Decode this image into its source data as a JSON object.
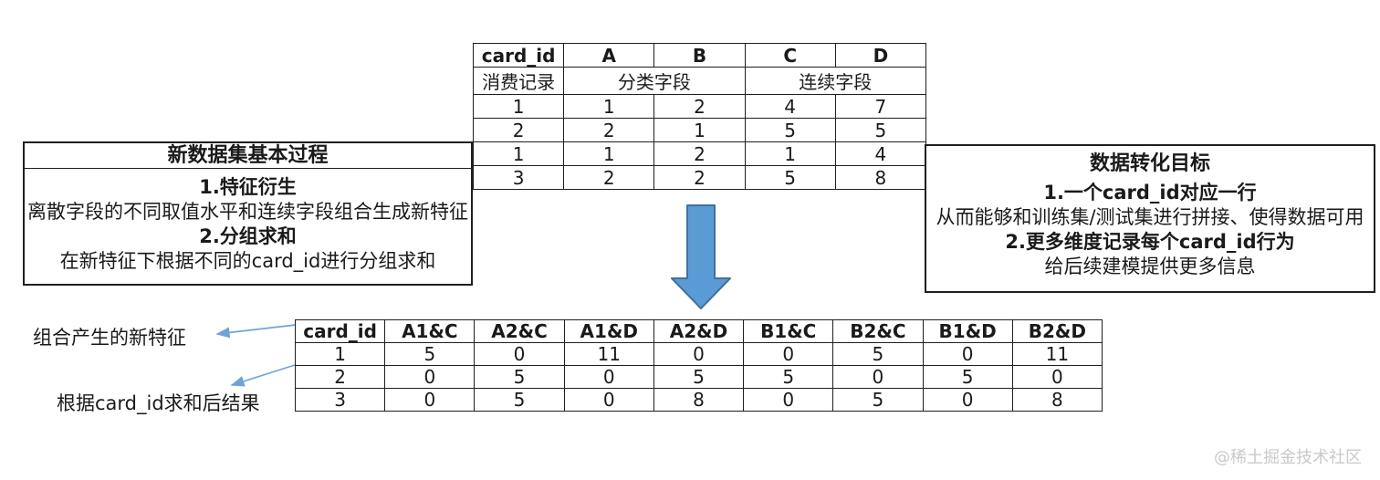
{
  "top_table": {
    "col_headers": [
      "card_id",
      "A",
      "B",
      "C",
      "D"
    ],
    "group_row": {
      "row_label": "消费记录",
      "categorical_label": "分类字段",
      "continuous_label": "连续字段"
    },
    "rows": [
      [
        "1",
        "1",
        "2",
        "4",
        "7"
      ],
      [
        "2",
        "2",
        "1",
        "5",
        "5"
      ],
      [
        "1",
        "1",
        "2",
        "1",
        "4"
      ],
      [
        "3",
        "2",
        "2",
        "5",
        "8"
      ]
    ]
  },
  "left_box": {
    "title": "新数据集基本过程",
    "step1_title": "1.特征衍生",
    "step1_desc": "离散字段的不同取值水平和连续字段组合生成新特征",
    "step2_title": "2.分组求和",
    "step2_desc": "在新特征下根据不同的card_id进行分组求和"
  },
  "right_box": {
    "title": "数据转化目标",
    "goal1_title": "1.一个card_id对应一行",
    "goal1_desc": "从而能够和训练集/测试集进行拼接、使得数据可用",
    "goal2_title": "2.更多维度记录每个card_id行为",
    "goal2_desc": "给后续建模提供更多信息"
  },
  "bottom_table": {
    "col_headers": [
      "card_id",
      "A1&C",
      "A2&C",
      "A1&D",
      "A2&D",
      "B1&C",
      "B2&C",
      "B1&D",
      "B2&D"
    ],
    "rows": [
      [
        "1",
        "5",
        "0",
        "11",
        "0",
        "0",
        "5",
        "0",
        "11"
      ],
      [
        "2",
        "0",
        "5",
        "0",
        "5",
        "5",
        "0",
        "5",
        "0"
      ],
      [
        "3",
        "0",
        "5",
        "0",
        "8",
        "0",
        "5",
        "0",
        "8"
      ]
    ]
  },
  "annotations": {
    "new_features_label": "组合产生的新特征",
    "grouped_result_label": "根据card_id求和后结果"
  },
  "watermark": "@稀土掘金技术社区",
  "colors": {
    "big_arrow_fill": "#5b9bd5",
    "big_arrow_stroke": "#41719c",
    "thin_arrow": "#6fa3d8",
    "table_border": "#1f1f1f",
    "watermark": "#c9c9c9"
  }
}
